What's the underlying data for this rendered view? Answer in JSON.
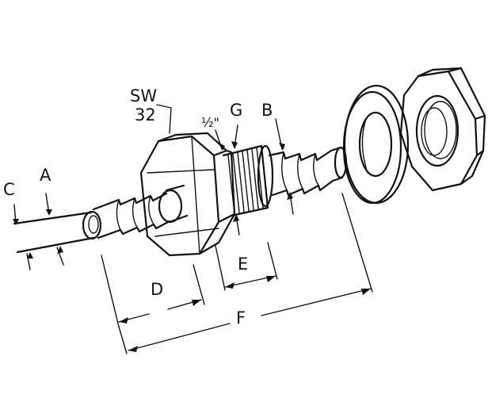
{
  "labels": {
    "sw": "SW",
    "sw_size": "32",
    "half_inch": "½\"",
    "g": "G",
    "b": "B",
    "a": "A",
    "c": "C",
    "d": "D",
    "e": "E",
    "f": "F"
  },
  "colors": {
    "ink": "#111111",
    "paper": "#ffffff"
  }
}
